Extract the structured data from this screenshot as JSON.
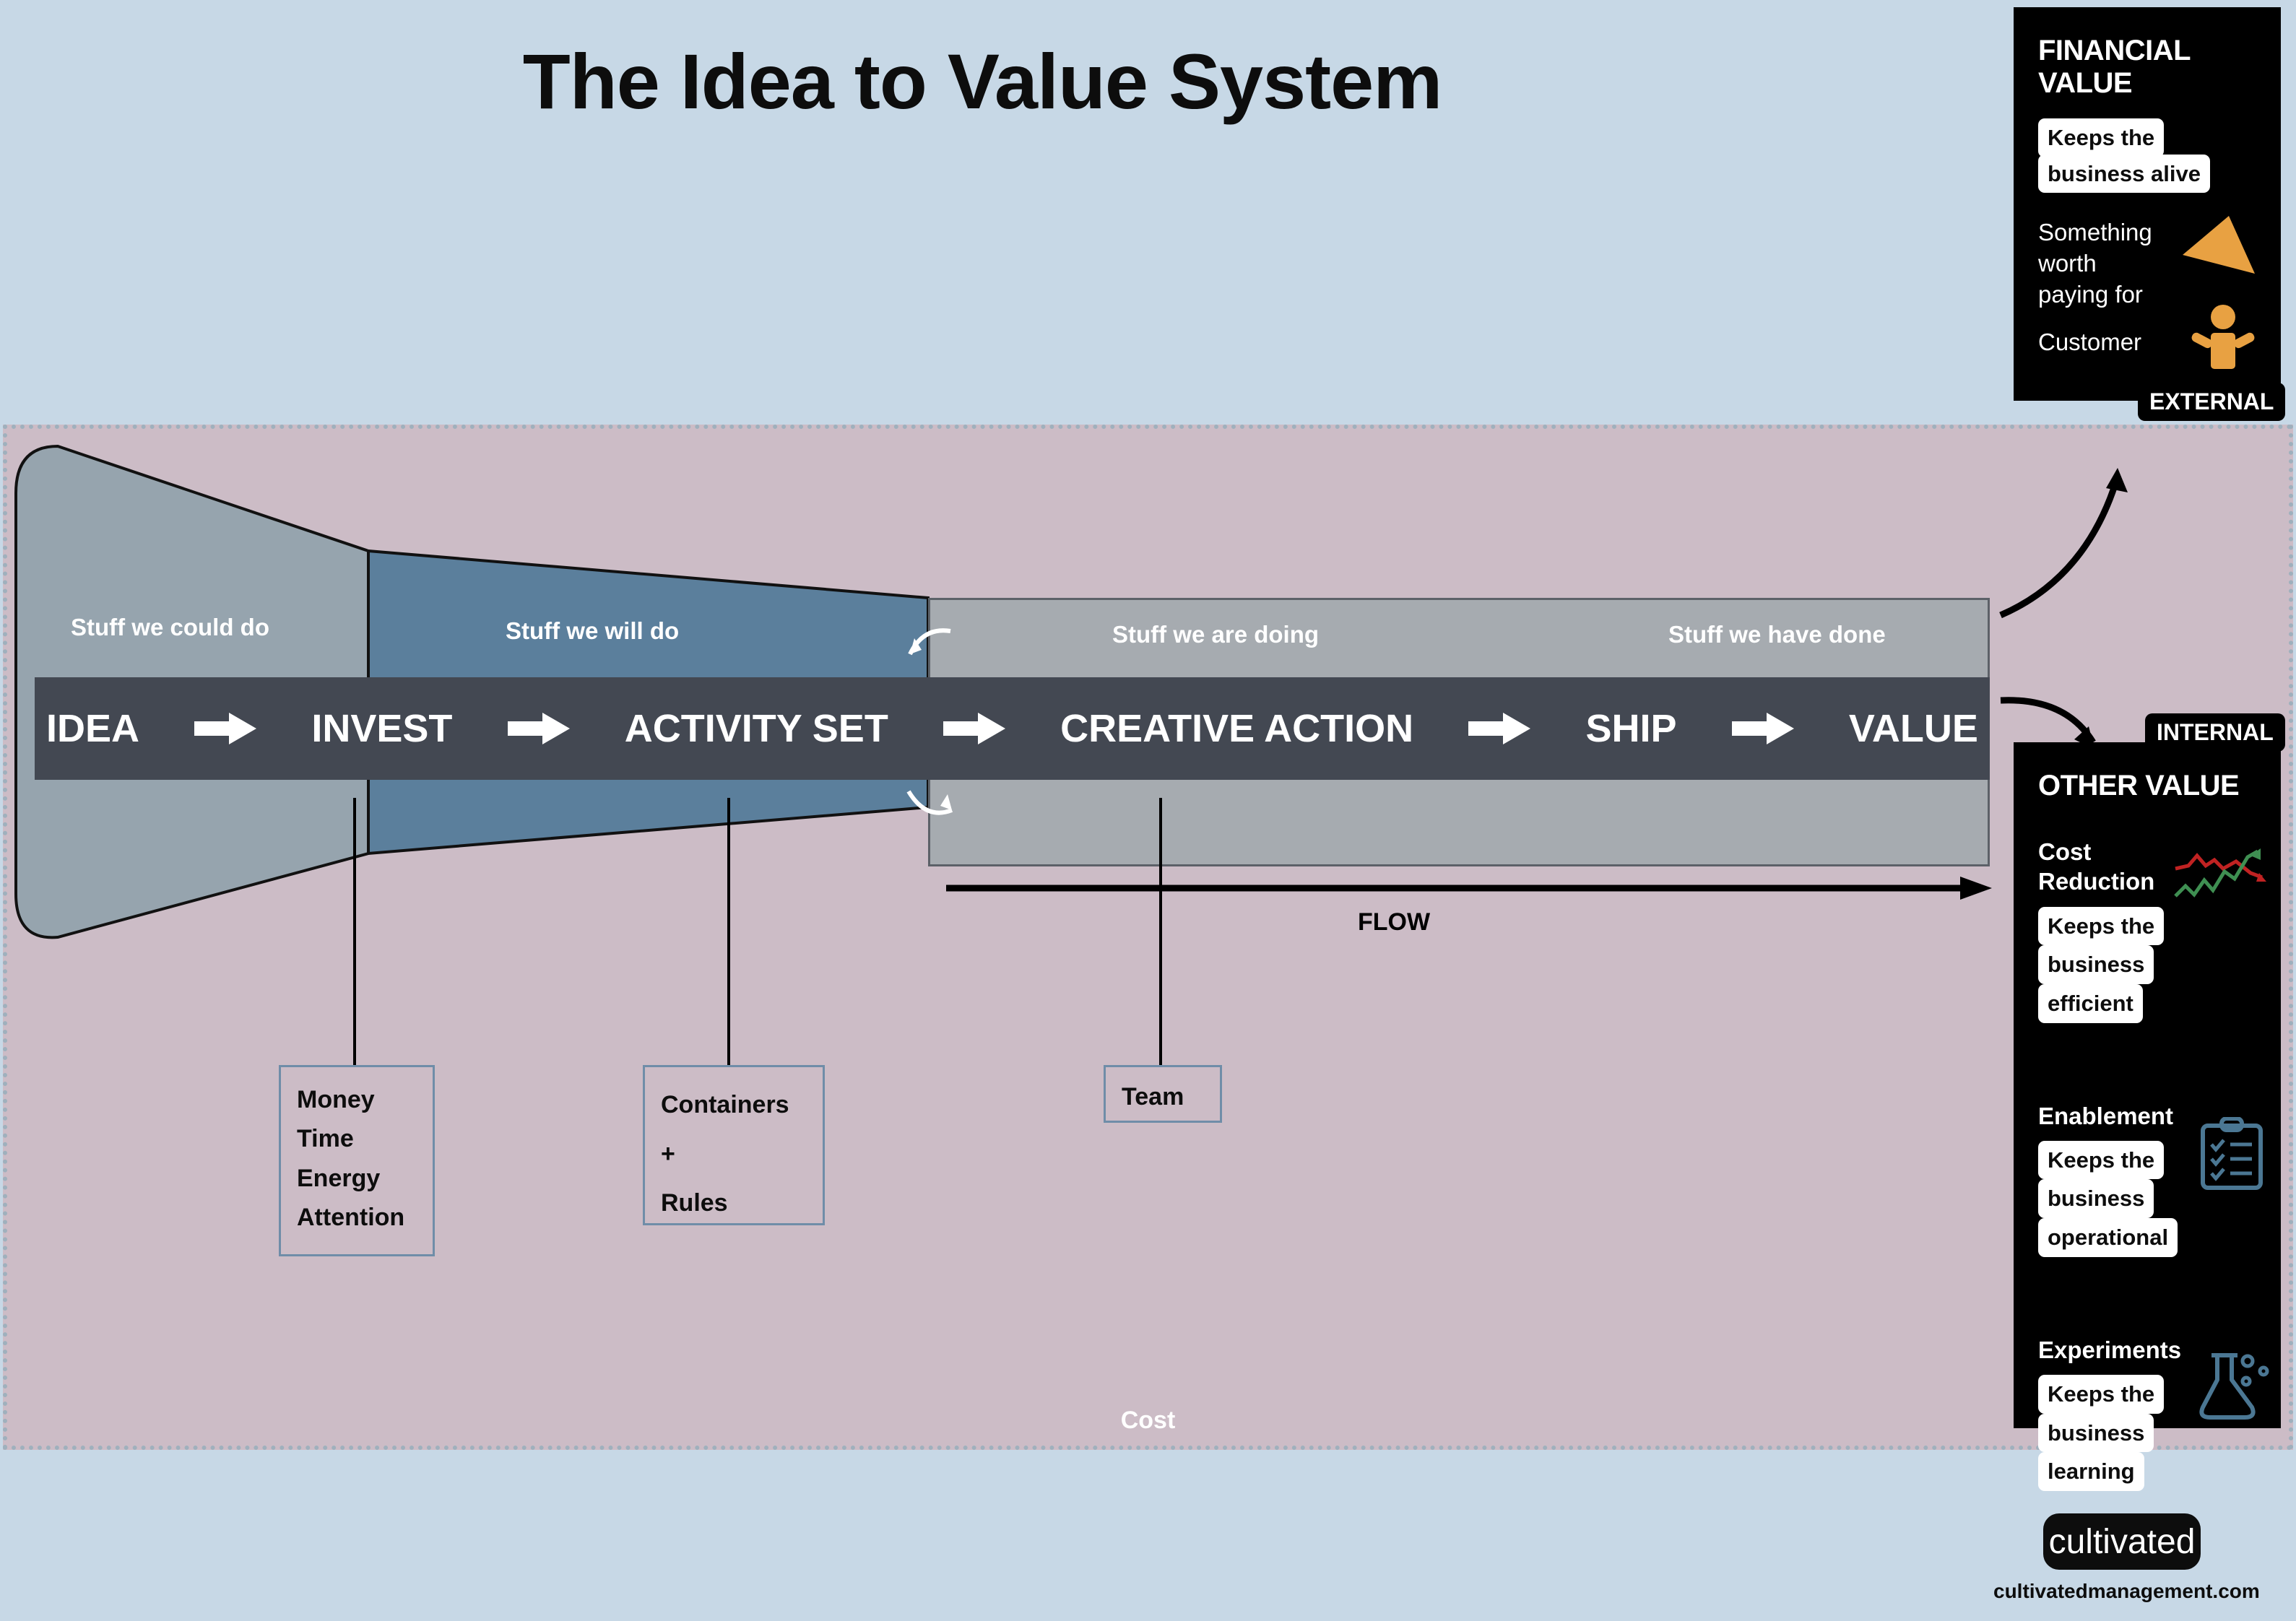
{
  "title": "The Idea to Value System",
  "canvas": {
    "cost_label": "Cost",
    "flow_label": "FLOW"
  },
  "funnel_labels": {
    "could": "Stuff we could do",
    "will": "Stuff we will do",
    "doing": "Stuff we are doing",
    "done": "Stuff we have done"
  },
  "stages": [
    {
      "label": "IDEA"
    },
    {
      "label": "INVEST"
    },
    {
      "label": "ACTIVITY SET"
    },
    {
      "label": "CREATIVE ACTION"
    },
    {
      "label": "SHIP"
    },
    {
      "label": "VALUE"
    }
  ],
  "info_boxes": [
    {
      "name": "invest-inputs",
      "lines": [
        "Money",
        "Time",
        "Energy",
        "Attention"
      ]
    },
    {
      "name": "activity-set-inputs",
      "lines": [
        "Containers",
        "+",
        "Rules"
      ]
    },
    {
      "name": "creative-action-inputs",
      "lines": [
        "Team"
      ]
    }
  ],
  "financial_panel": {
    "tag": "EXTERNAL",
    "title": "FINANCIAL VALUE",
    "speech": [
      "Keeps the",
      "business alive"
    ],
    "items": [
      {
        "text": "Something worth paying for",
        "icon": "triangle-icon"
      },
      {
        "text": "Customer",
        "icon": "person-icon"
      }
    ]
  },
  "other_panel": {
    "tag": "INTERNAL",
    "title": "OTHER VALUE",
    "items": [
      {
        "heading": "Cost Reduction",
        "speech": [
          "Keeps the",
          "business",
          "efficient"
        ],
        "icon": "trend-lines-icon"
      },
      {
        "heading": "Enablement",
        "speech": [
          "Keeps the",
          "business",
          "operational"
        ],
        "icon": "clipboard-checklist-icon"
      },
      {
        "heading": "Experiments",
        "speech": [
          "Keeps the",
          "business",
          "learning"
        ],
        "icon": "flask-icon"
      }
    ]
  },
  "branding": {
    "logo": "cultivated",
    "url": "cultivatedmanagement.com"
  },
  "colors": {
    "background": "#c7d8e6",
    "canvas": "#ccbcc6",
    "funnel_light": "#96a4ae",
    "funnel_blue": "#5b7f9c",
    "panel_grey": "#a6abb0",
    "stage_bar": "#434852",
    "accent_orange": "#e8a142",
    "icon_blue": "#4b7793",
    "trend_green": "#3f8f52",
    "trend_red": "#c02222"
  }
}
